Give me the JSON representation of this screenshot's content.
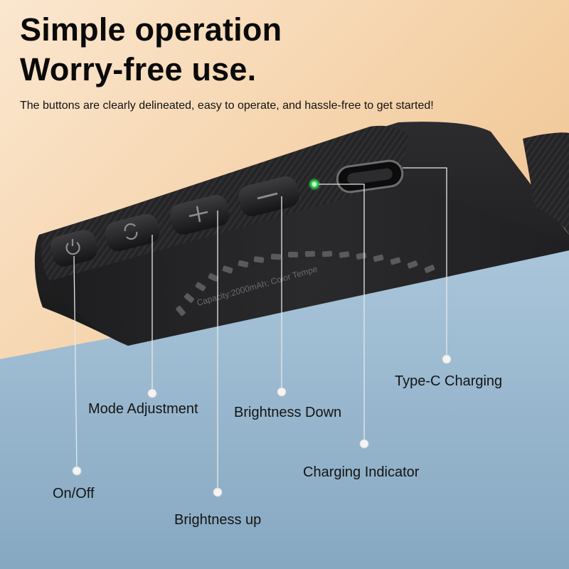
{
  "headline": {
    "line1": "Simple operation",
    "line2": "Worry-free use."
  },
  "subheadline": "The buttons are clearly delineated, easy to operate, and hassle-free to get started!",
  "device": {
    "back_text": "Capacity:2000mAh; Color Tempe"
  },
  "callouts": {
    "on_off": "On/Off",
    "mode_adjustment": "Mode Adjustment",
    "brightness_up": "Brightness up",
    "brightness_down": "Brightness Down",
    "charging_indicator": "Charging Indicator",
    "type_c_charging": "Type-C Charging"
  },
  "colors": {
    "background_top": "#f3cea1",
    "background_bottom": "#93b5cf",
    "device_body": "#1f1f20",
    "indicator_led": "#39ff5a",
    "callout_line": "#e8e8e8"
  }
}
